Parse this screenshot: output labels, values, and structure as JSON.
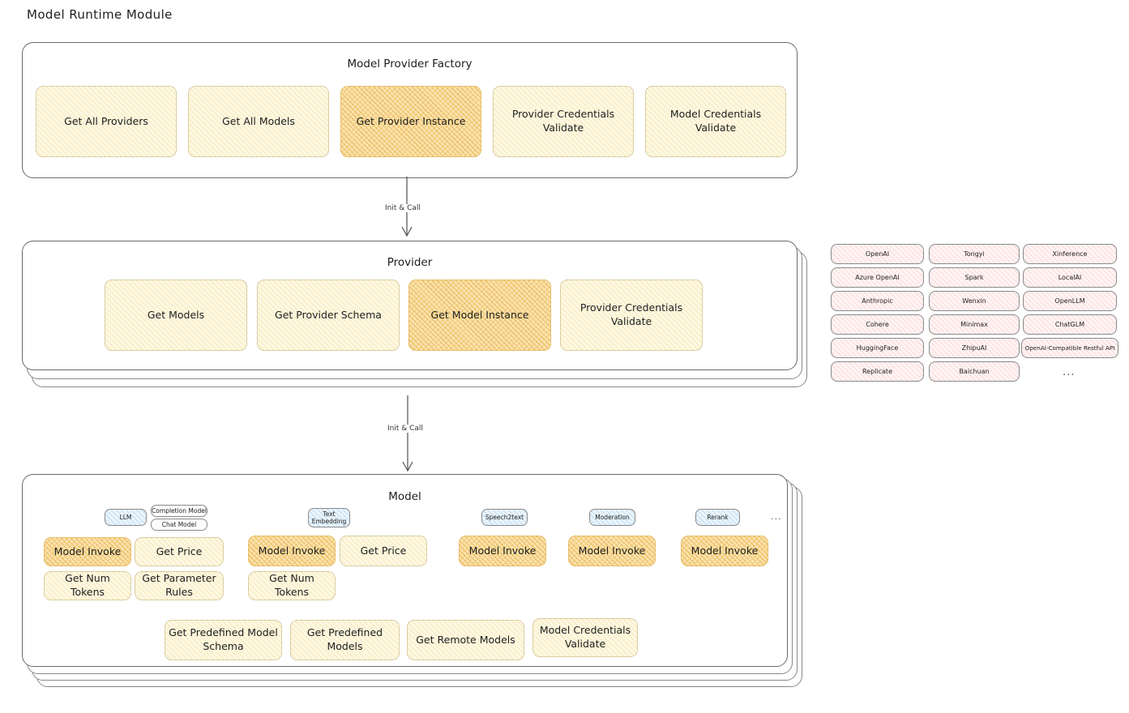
{
  "title": "Model Runtime Module",
  "factory": {
    "title": "Model Provider Factory",
    "nodes": [
      {
        "label": "Get All Providers",
        "highlight": false
      },
      {
        "label": "Get All Models",
        "highlight": false
      },
      {
        "label": "Get Provider Instance",
        "highlight": true
      },
      {
        "label": "Provider Credentials Validate",
        "highlight": false
      },
      {
        "label": "Model Credentials Validate",
        "highlight": false
      }
    ]
  },
  "arrow1": {
    "label": "Init & Call"
  },
  "provider": {
    "title": "Provider",
    "nodes": [
      {
        "label": "Get Models",
        "highlight": false
      },
      {
        "label": "Get Provider Schema",
        "highlight": false
      },
      {
        "label": "Get Model Instance",
        "highlight": true
      },
      {
        "label": "Provider Credentials Validate",
        "highlight": false
      }
    ]
  },
  "arrow2": {
    "label": "Init & Call"
  },
  "provider_list": {
    "column1": [
      "OpenAI",
      "Azure OpenAI",
      "Anthropic",
      "Cohere",
      "HuggingFace",
      "Replicate"
    ],
    "column2": [
      "Tongyi",
      "Spark",
      "Wenxin",
      "Minimax",
      "ZhipuAI",
      "Baichuan"
    ],
    "column3": [
      "Xinference",
      "LocalAI",
      "OpenLLM",
      "ChatGLM",
      "OpenAI-Compatible Restful API"
    ],
    "more": "..."
  },
  "model": {
    "title": "Model",
    "more": "...",
    "types": [
      {
        "name": "LLM",
        "sub": [
          "Completion Model",
          "Chat Model"
        ]
      },
      {
        "name": "Text Embedding",
        "sub": []
      },
      {
        "name": "Speech2text",
        "sub": []
      },
      {
        "name": "Moderation",
        "sub": []
      },
      {
        "name": "Rerank",
        "sub": []
      }
    ],
    "columns": [
      {
        "nodes": [
          {
            "label": "Model Invoke",
            "highlight": true
          },
          {
            "label": "Get Price",
            "highlight": false
          },
          {
            "label": "Get Num Tokens",
            "highlight": false
          },
          {
            "label": "Get Parameter Rules",
            "highlight": false
          }
        ]
      },
      {
        "nodes": [
          {
            "label": "Model Invoke",
            "highlight": true
          },
          {
            "label": "Get Price",
            "highlight": false
          },
          {
            "label": "Get Num Tokens",
            "highlight": false
          }
        ]
      },
      {
        "nodes": [
          {
            "label": "Model Invoke",
            "highlight": true
          }
        ]
      },
      {
        "nodes": [
          {
            "label": "Model Invoke",
            "highlight": true
          }
        ]
      },
      {
        "nodes": [
          {
            "label": "Model Invoke",
            "highlight": true
          }
        ]
      }
    ],
    "common_nodes": [
      {
        "label": "Get Predefined Model Schema"
      },
      {
        "label": "Get Predefined Models"
      },
      {
        "label": "Get Remote Models"
      },
      {
        "label": "Model Credentials Validate"
      }
    ]
  },
  "colors": {
    "node_fill": "#fdf8e3",
    "node_highlight": "#fbe3ae",
    "chip_pink": "#fff4f4",
    "chip_blue": "#eaf4fb",
    "stroke": "#6b6b6b"
  }
}
